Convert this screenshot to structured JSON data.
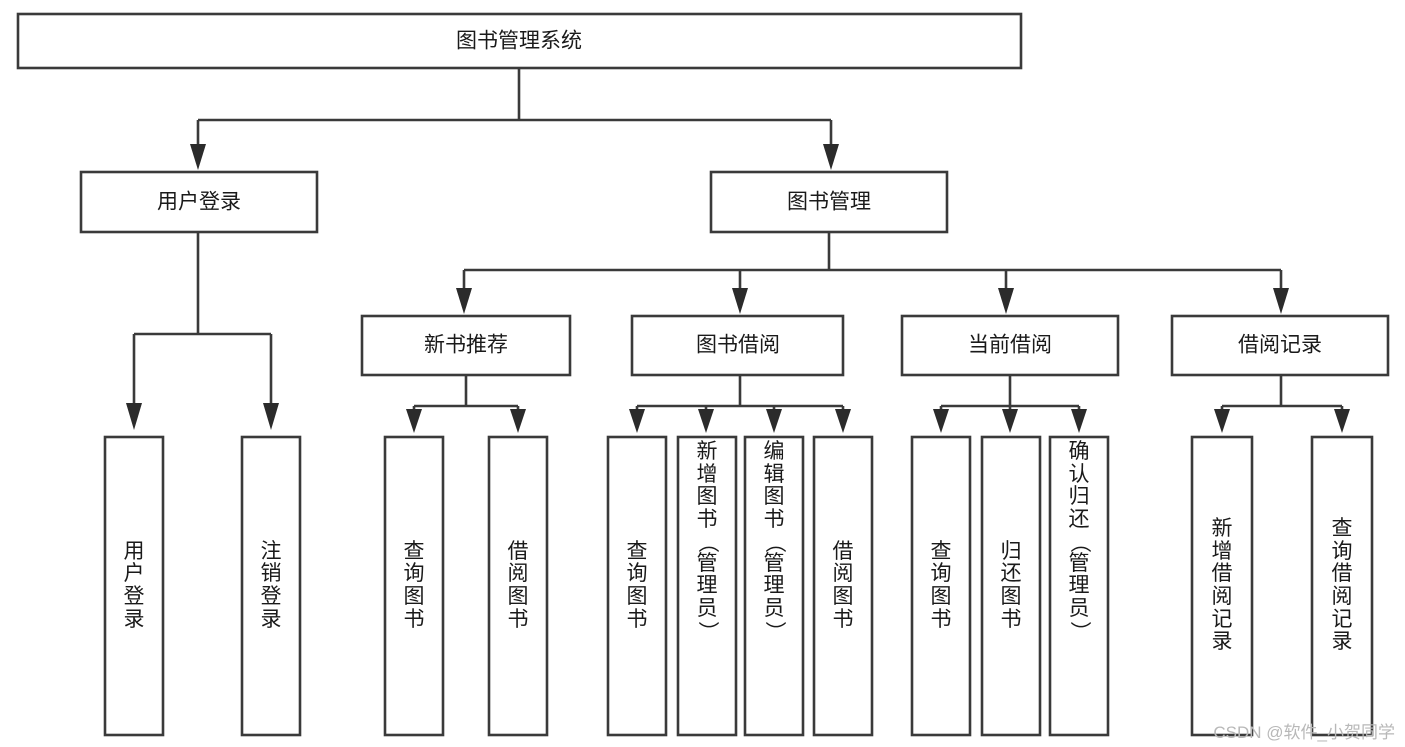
{
  "diagram": {
    "type": "tree-hierarchy",
    "title": "图书管理系统",
    "watermark": "CSDN @软件_小贺同学",
    "colors": {
      "box_stroke": "#3a3a3a",
      "box_fill": "#ffffff",
      "connector": "#3a3a3a",
      "text": "#1a1a1a",
      "background": "#ffffff",
      "watermark": "#b8b8b8"
    },
    "root": {
      "id": "root",
      "label": "图书管理系统"
    },
    "level1": [
      {
        "id": "user-login",
        "label": "用户登录"
      },
      {
        "id": "book-management",
        "label": "图书管理"
      }
    ],
    "level2": [
      {
        "id": "new-book-recommend",
        "label": "新书推荐",
        "parent": "book-management"
      },
      {
        "id": "book-borrow",
        "label": "图书借阅",
        "parent": "book-management"
      },
      {
        "id": "current-borrow",
        "label": "当前借阅",
        "parent": "book-management"
      },
      {
        "id": "borrow-record",
        "label": "借阅记录",
        "parent": "book-management"
      }
    ],
    "leaves": [
      {
        "id": "leaf-user-login",
        "parent": "user-login",
        "lines": [
          "用",
          "户",
          "登",
          "录"
        ],
        "text": "用户登录"
      },
      {
        "id": "leaf-user-logout",
        "parent": "user-login",
        "lines": [
          "注",
          "销",
          "登",
          "录"
        ],
        "text": "注销登录"
      },
      {
        "id": "leaf-query-book-1",
        "parent": "new-book-recommend",
        "lines": [
          "查",
          "询",
          "图",
          "书"
        ],
        "text": "查询图书"
      },
      {
        "id": "leaf-borrow-book-1",
        "parent": "new-book-recommend",
        "lines": [
          "借",
          "阅",
          "图",
          "书"
        ],
        "text": "借阅图书"
      },
      {
        "id": "leaf-query-book-2",
        "parent": "book-borrow",
        "lines": [
          "查",
          "询",
          "图",
          "书"
        ],
        "text": "查询图书"
      },
      {
        "id": "leaf-add-book",
        "parent": "book-borrow",
        "lines": [
          "新",
          "增",
          "图",
          "书",
          "（",
          "管",
          "理",
          "员",
          "）"
        ],
        "text": "新增图书（管理员）"
      },
      {
        "id": "leaf-edit-book",
        "parent": "book-borrow",
        "lines": [
          "编",
          "辑",
          "图",
          "书",
          "（",
          "管",
          "理",
          "员",
          "）"
        ],
        "text": "编辑图书（管理员）"
      },
      {
        "id": "leaf-borrow-book-2",
        "parent": "book-borrow",
        "lines": [
          "借",
          "阅",
          "图",
          "书"
        ],
        "text": "借阅图书"
      },
      {
        "id": "leaf-query-book-3",
        "parent": "current-borrow",
        "lines": [
          "查",
          "询",
          "图",
          "书"
        ],
        "text": "查询图书"
      },
      {
        "id": "leaf-return-book",
        "parent": "current-borrow",
        "lines": [
          "归",
          "还",
          "图",
          "书"
        ],
        "text": "归还图书"
      },
      {
        "id": "leaf-confirm-return",
        "parent": "current-borrow",
        "lines": [
          "确",
          "认",
          "归",
          "还",
          "（",
          "管",
          "理",
          "员",
          "）"
        ],
        "text": "确认归还（管理员）"
      },
      {
        "id": "leaf-add-record",
        "parent": "borrow-record",
        "lines": [
          "新",
          "增",
          "借",
          "阅",
          "记",
          "录"
        ],
        "text": "新增借阅记录"
      },
      {
        "id": "leaf-query-record",
        "parent": "borrow-record",
        "lines": [
          "查",
          "询",
          "借",
          "阅",
          "记",
          "录"
        ],
        "text": "查询借阅记录"
      }
    ]
  }
}
